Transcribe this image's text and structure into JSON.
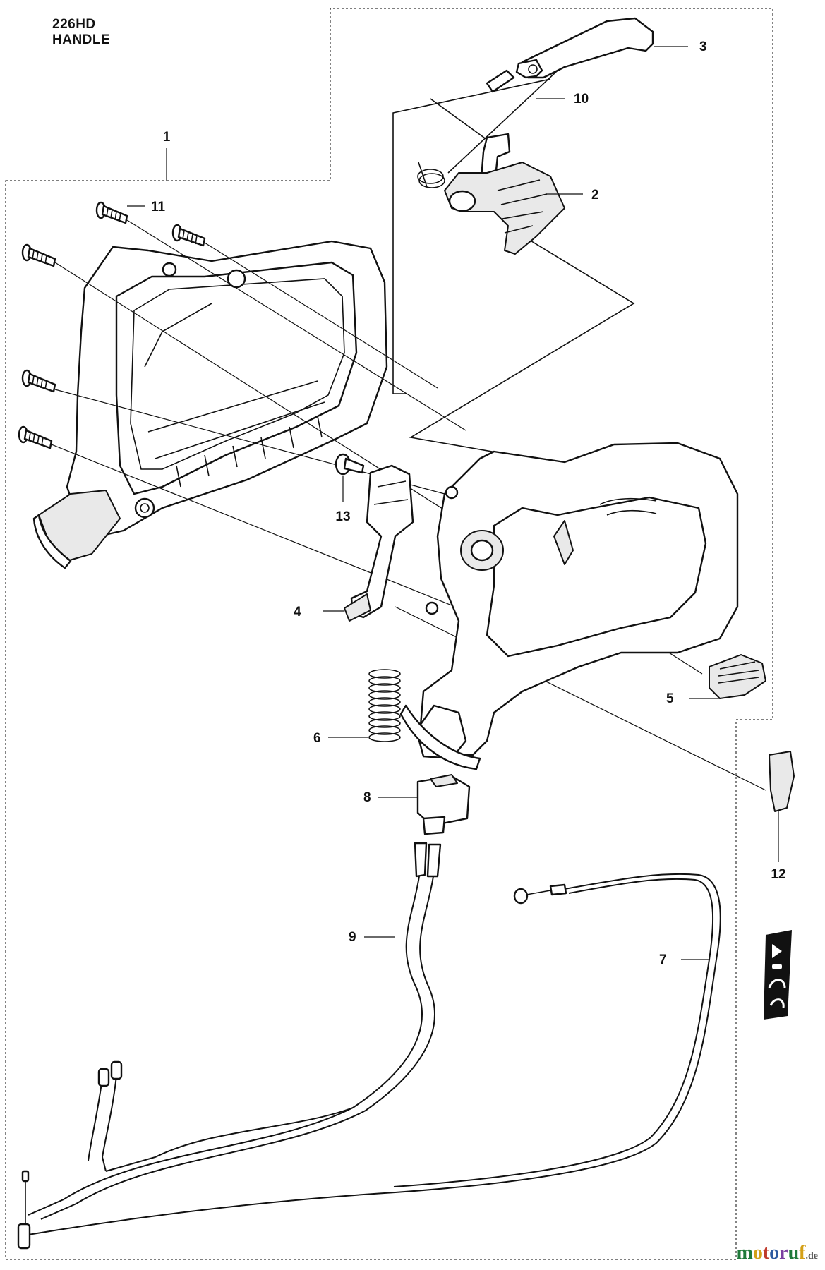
{
  "diagram": {
    "model": "226HD",
    "section": "HANDLE"
  },
  "callouts": [
    "1",
    "2",
    "3",
    "4",
    "5",
    "6",
    "7",
    "8",
    "9",
    "10",
    "11",
    "12",
    "13"
  ],
  "watermark": {
    "brand": "motoruf",
    "suffix": ".de",
    "colors": [
      "#1f7a3a",
      "#d4a017",
      "#c0392b",
      "#2c5aa0",
      "#7b3fa0"
    ]
  }
}
